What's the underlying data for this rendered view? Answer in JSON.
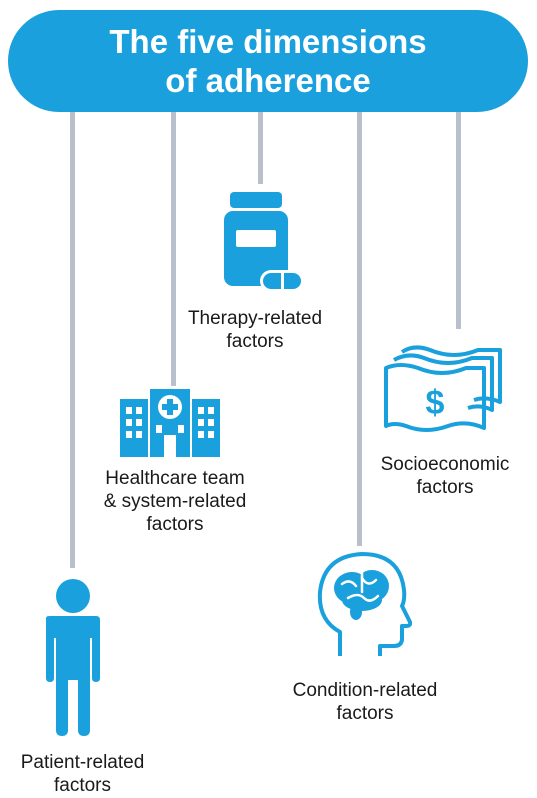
{
  "title": {
    "line1": "The five dimensions",
    "line2": "of adherence"
  },
  "dimensions": [
    {
      "id": "patient",
      "lines": [
        "Patient-related",
        "factors"
      ],
      "icon": "person-icon"
    },
    {
      "id": "healthcare",
      "lines": [
        "Healthcare team",
        "& system-related",
        "factors"
      ],
      "icon": "hospital-icon"
    },
    {
      "id": "therapy",
      "lines": [
        "Therapy-related",
        "factors"
      ],
      "icon": "medicine-bottle-icon"
    },
    {
      "id": "condition",
      "lines": [
        "Condition-related",
        "factors"
      ],
      "icon": "brain-head-icon"
    },
    {
      "id": "socioeconomic",
      "lines": [
        "Socioeconomic",
        "factors"
      ],
      "icon": "money-icon"
    }
  ],
  "colors": {
    "accent": "#1AA0DD",
    "connector": "#B9BFCB",
    "text": "#1a1a1a"
  }
}
